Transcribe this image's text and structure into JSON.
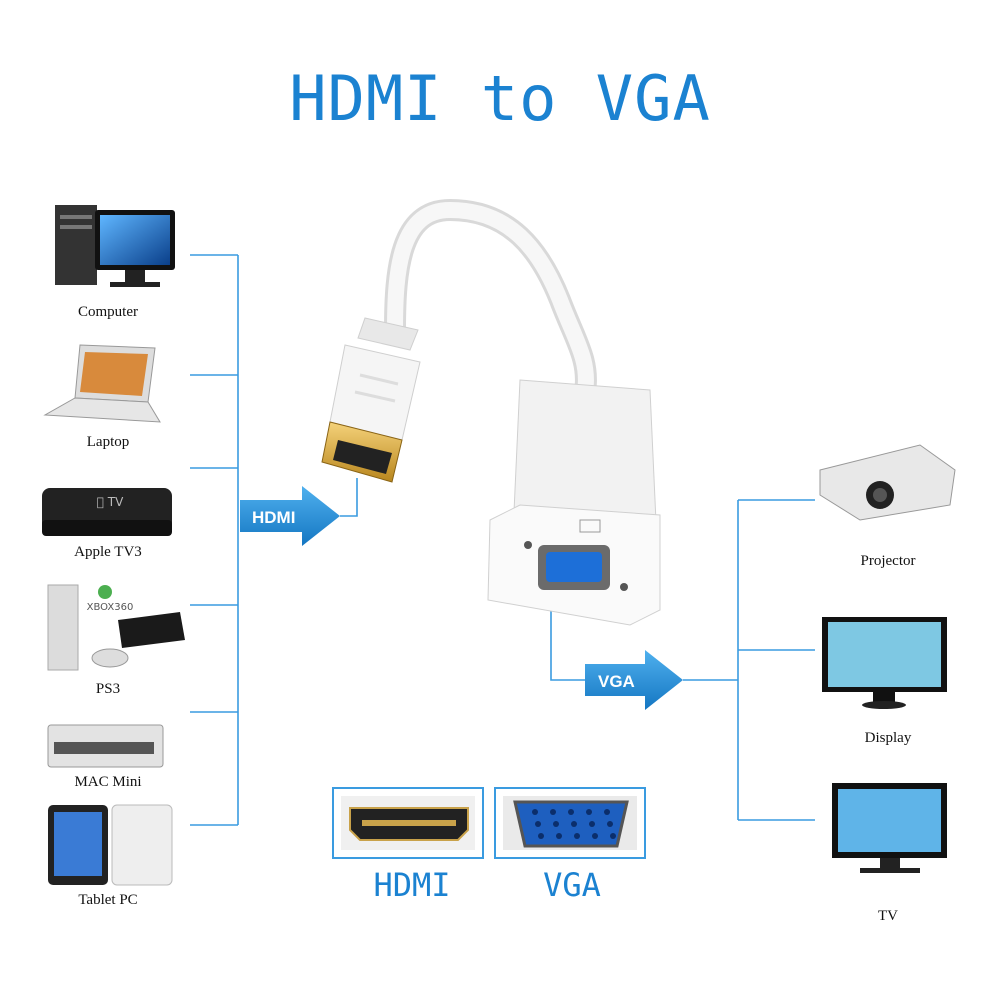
{
  "title": "HDMI to VGA",
  "sources": [
    {
      "label": "Computer",
      "icon": "computer-icon"
    },
    {
      "label": "Laptop",
      "icon": "laptop-icon"
    },
    {
      "label": "Apple TV3",
      "icon": "apple-tv-icon"
    },
    {
      "label": "PS3",
      "icon": "game-console-icon"
    },
    {
      "label": "MAC Mini",
      "icon": "mac-mini-icon"
    },
    {
      "label": "Tablet PC",
      "icon": "tablet-icon"
    }
  ],
  "targets": [
    {
      "label": "Projector",
      "icon": "projector-icon"
    },
    {
      "label": "Display",
      "icon": "display-icon"
    },
    {
      "label": "TV",
      "icon": "tv-icon"
    }
  ],
  "arrows": {
    "hdmi": "HDMI",
    "vga": "VGA"
  },
  "ports": {
    "hdmi": "HDMI",
    "vga": "VGA"
  },
  "device_badges": {
    "apple_tv": " TV",
    "xbox": "XBOX360"
  },
  "colors": {
    "accent": "#1b82d1",
    "line": "#3a9be0"
  }
}
